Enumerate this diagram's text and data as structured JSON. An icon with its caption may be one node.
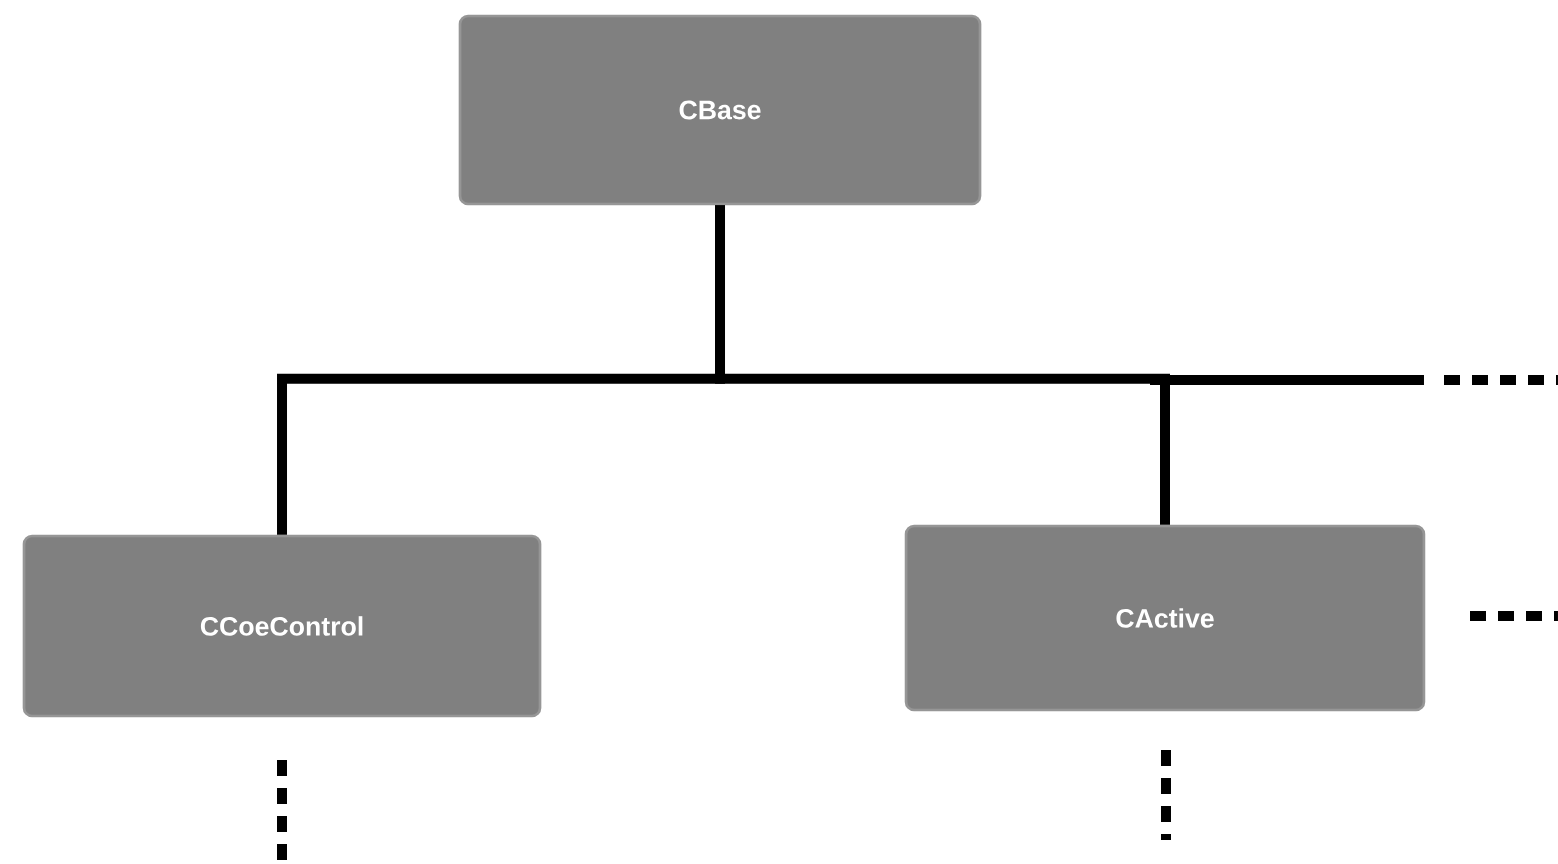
{
  "diagram": {
    "nodes": [
      {
        "text": [
          "CBase"
        ]
      },
      {
        "text": [
          "CCoeControl"
        ]
      },
      {
        "text": [
          "CActive"
        ]
      }
    ],
    "edges": [
      {
        "from": 0,
        "to": 1,
        "arrow": "none"
      },
      {
        "from": 0,
        "to": 2,
        "arrow": "none"
      }
    ]
  }
}
